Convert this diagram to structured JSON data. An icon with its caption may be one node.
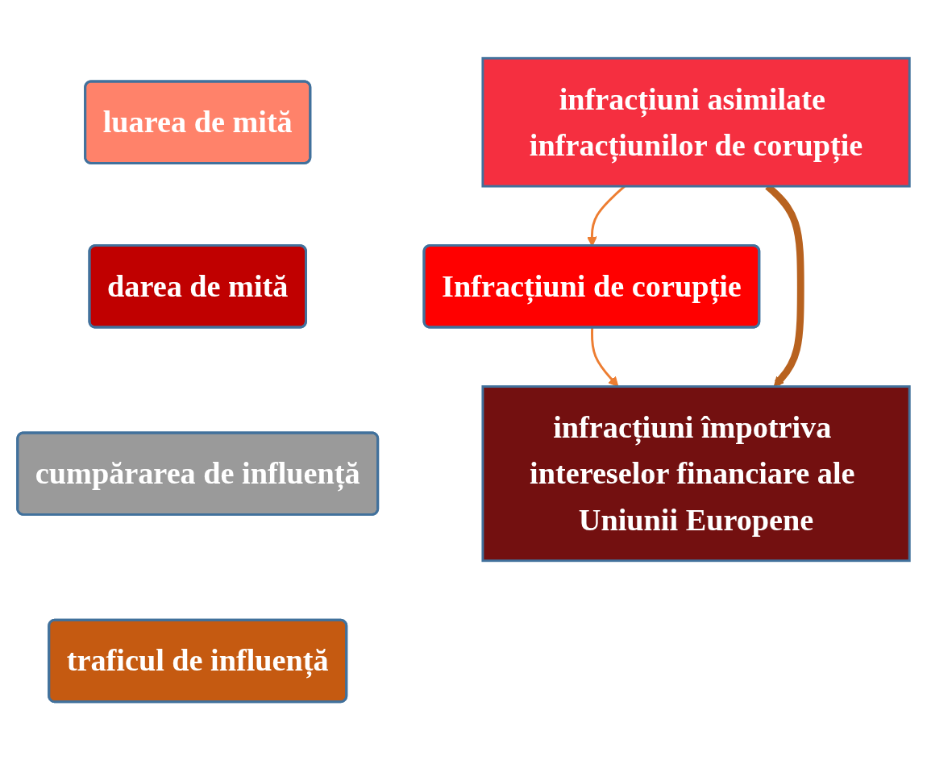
{
  "diagram": {
    "nodes": [
      {
        "text": [
          "Infracțiuni de corupție"
        ]
      },
      {
        "text": [
          "luarea de mită"
        ]
      },
      {
        "text": [
          "darea de mită"
        ]
      },
      {
        "text": [
          "cumpărarea de influență"
        ]
      },
      {
        "text": [
          "traficul de influență"
        ]
      },
      {
        "text": [
          "infracțiuni asimilate infracțiunilor de corupție"
        ]
      },
      {
        "text": [
          "infracțiuni împotriva intereselor financiare ale Uniunii Europene"
        ]
      }
    ],
    "edges": [
      {
        "from": 5,
        "to": 0,
        "arrow": "to"
      },
      {
        "from": 0,
        "to": 6,
        "arrow": "to"
      },
      {
        "from": 5,
        "to": 6,
        "arrow": "to",
        "style": "thick",
        "color": "#b8621f"
      }
    ]
  }
}
